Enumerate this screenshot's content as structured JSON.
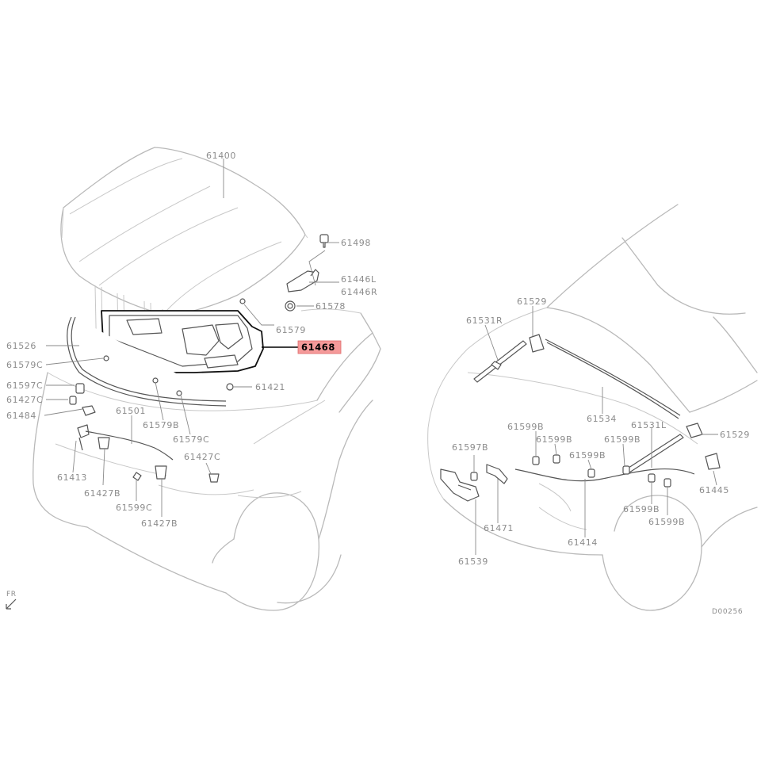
{
  "diagram": {
    "highlight_color": "#f59a9a",
    "left_view": {
      "labels": {
        "p61400": "61400",
        "p61498": "61498",
        "p61446l": "61446L",
        "p61446r": "61446R",
        "p61578": "61578",
        "p61579": "61579",
        "p61468": "61468",
        "p61526": "61526",
        "p61579c_a": "61579C",
        "p61421": "61421",
        "p61597c": "61597C",
        "p61427c_a": "61427C",
        "p61484": "61484",
        "p61501": "61501",
        "p61579b": "61579B",
        "p61579c_b": "61579C",
        "p61427c_b": "61427C",
        "p61413": "61413",
        "p61427b_a": "61427B",
        "p61599c": "61599C",
        "p61427b_b": "61427B"
      },
      "highlighted": "61468"
    },
    "right_view": {
      "labels": {
        "p61529_a": "61529",
        "p61531r": "61531R",
        "p61534": "61534",
        "p61531l": "61531L",
        "p61529_b": "61529",
        "p61599b_a": "61599B",
        "p61599b_b": "61599B",
        "p61599b_c": "61599B",
        "p61599b_d": "61599B",
        "p61597b": "61597B",
        "p61599b_e": "61599B",
        "p61599b_f": "61599B",
        "p61445": "61445",
        "p61471": "61471",
        "p61414": "61414",
        "p61539": "61539"
      }
    },
    "front_marker": "FR",
    "drawing_code": "D00256"
  }
}
